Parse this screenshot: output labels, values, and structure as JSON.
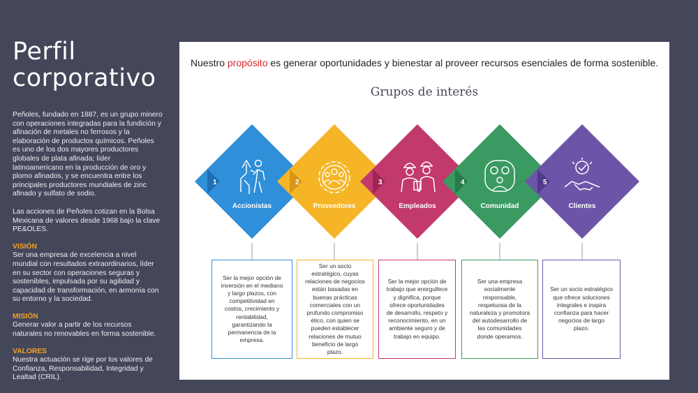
{
  "sidebar": {
    "title_line1": "Perfil",
    "title_line2": "corporativo",
    "intro": "Peñoles, fundado en 1887, es un grupo minero con operaciones integradas para la fundición y afinación de metales no ferrosos y la elaboración de productos químicos. Peñoles es uno de los dos mayores productores globales de plata afinada; líder latinoamericano en la producción de oro y plomo afinados, y se encuentra entre los principales productores mundiales de zinc afinado y sulfato de sodio.",
    "shares": "Las acciones de Peñoles cotizan en la Bolsa Mexicana de valores desde 1968 bajo la clave PE&OLES.",
    "vision_title": "VISIÓN",
    "vision": "Ser una empresa de excelencia a nivel mundial con resultados extraordinarios, líder en su sector con operaciones seguras y sostenibles, impulsada por su agilidad y capacidad de transformación, en armonía con su entorno y la sociedad.",
    "mision_title": "MISIÓN",
    "mision": "Generar valor a partir de los recursos naturales no renovables en forma sostenible.",
    "valores_title": "VALORES",
    "valores": "Nuestra actuación se rige por los valores de Confianza, Responsabilidad, Integridad y Lealtad (CRIL)."
  },
  "purpose": {
    "pre": "Nuestro ",
    "highlight": "propósito",
    "post": " es generar oportunidades y bienestar al proveer recursos esenciales de forma sostenible."
  },
  "groups_title": "Grupos de interés",
  "groups": [
    {
      "number": "1",
      "name": "Accionistas",
      "color": "#2f8fd8",
      "icon": "growth-arrow-person-icon",
      "description": "Ser la mejor opción de inversión en el mediano y largo plazos, con competitividad en costos, crecimiento y rentabilidad, garantizando la permanencia de la empresa."
    },
    {
      "number": "2",
      "name": "Proveedores",
      "color": "#f5b526",
      "icon": "gear-people-icon",
      "description": "Ser un socio estratégico, cuyas relaciones de negocios están basadas en buenas prácticas comerciales con un profundo compromiso ético, con quien se pueden establecer relaciones de mutuo beneficio de largo plazo."
    },
    {
      "number": "3",
      "name": "Empleados",
      "color": "#c2396c",
      "icon": "workers-icon",
      "description": "Ser la mejor opción de trabajo que enorgullece y dignifica, porque ofrece oportunidades de desarrollo, respeto y reconocimiento, en un ambiente seguro y de trabajo en equipo."
    },
    {
      "number": "4",
      "name": "Comunidad",
      "color": "#3a9a62",
      "icon": "community-icon",
      "description": "Ser una empresa socialmente responsable, respetuosa de la naturaleza y promotora del autodesarrollo de las comunidades donde operamos."
    },
    {
      "number": "5",
      "name": "Clientes",
      "color": "#6c55a8",
      "icon": "handshake-check-icon",
      "description": "Ser un socio estratégico que ofrece soluciones integrales e inspira confianza para hacer negocios de largo plazo."
    }
  ]
}
